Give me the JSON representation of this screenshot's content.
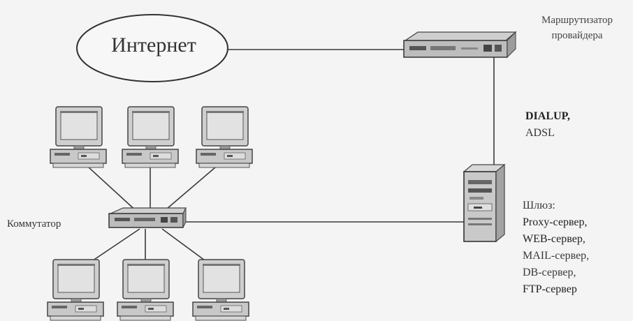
{
  "internet": {
    "label": "Интернет"
  },
  "router": {
    "label_lines": [
      "Маршрутизатор",
      "провайдера"
    ]
  },
  "connection": {
    "lines": [
      "DIALUP,",
      "ADSL"
    ]
  },
  "gateway": {
    "lines": [
      "Шлюз:",
      "Proxy-сервер,",
      "WEB-сервер,",
      "MAIL-сервер,",
      "DB-сервер,",
      "FTP-сервер"
    ]
  },
  "switch": {
    "label": "Коммутатор"
  },
  "workstations": {
    "count": 6
  },
  "colors": {
    "line": "#3a3a3a",
    "device_light": "#d8d8d8",
    "device_dark": "#6e6e6e",
    "background": "#f4f4f4"
  }
}
